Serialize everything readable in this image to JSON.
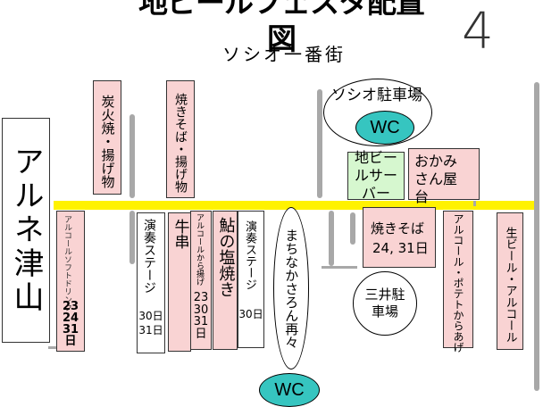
{
  "title": "地ビールフェスタ配置図",
  "subtitle": "ソシオ一番街",
  "page_number": "4",
  "colors": {
    "street": "#fff200",
    "stall_pink": "#f9d3d3",
    "beer_green": "#d6f7cf",
    "wc_teal": "#36c5c0",
    "separator_gray": "#a8a8a8"
  },
  "building": {
    "label": "アルネ津山"
  },
  "upper_stalls": [
    {
      "label": "炭火焼・揚げ物"
    },
    {
      "label": "焼きそば・揚げ物"
    }
  ],
  "parking_top": {
    "label": "ソシオ駐車場",
    "wc": "WC"
  },
  "beer_server": {
    "label": "地ビールサーバー"
  },
  "okami": {
    "label": "おかみさん屋台"
  },
  "lower_left": {
    "label": "アルコールソフトドリンク",
    "dates": "23 24 31 日"
  },
  "stage_left": {
    "label": "演奏ステージ",
    "dates": "30日 31日"
  },
  "gyukushi": {
    "label": "牛串"
  },
  "karaage": {
    "label": "アルコールから揚げ",
    "dates": "23 30 31 日"
  },
  "ayu": {
    "label": "鮎の塩焼き"
  },
  "stage_right": {
    "label": "演奏ステージ",
    "dates": "30日"
  },
  "machinaka": {
    "label": "まちなかさろん再々",
    "wc": "WC"
  },
  "yakisoba_lower": {
    "label": "焼きそば",
    "dates": "24, 31日"
  },
  "mitsui": {
    "label": "三井駐車場"
  },
  "potato": {
    "label": "アルコール・ポテトからあげ"
  },
  "nama_beer": {
    "label": "生ビール・アルコール"
  }
}
